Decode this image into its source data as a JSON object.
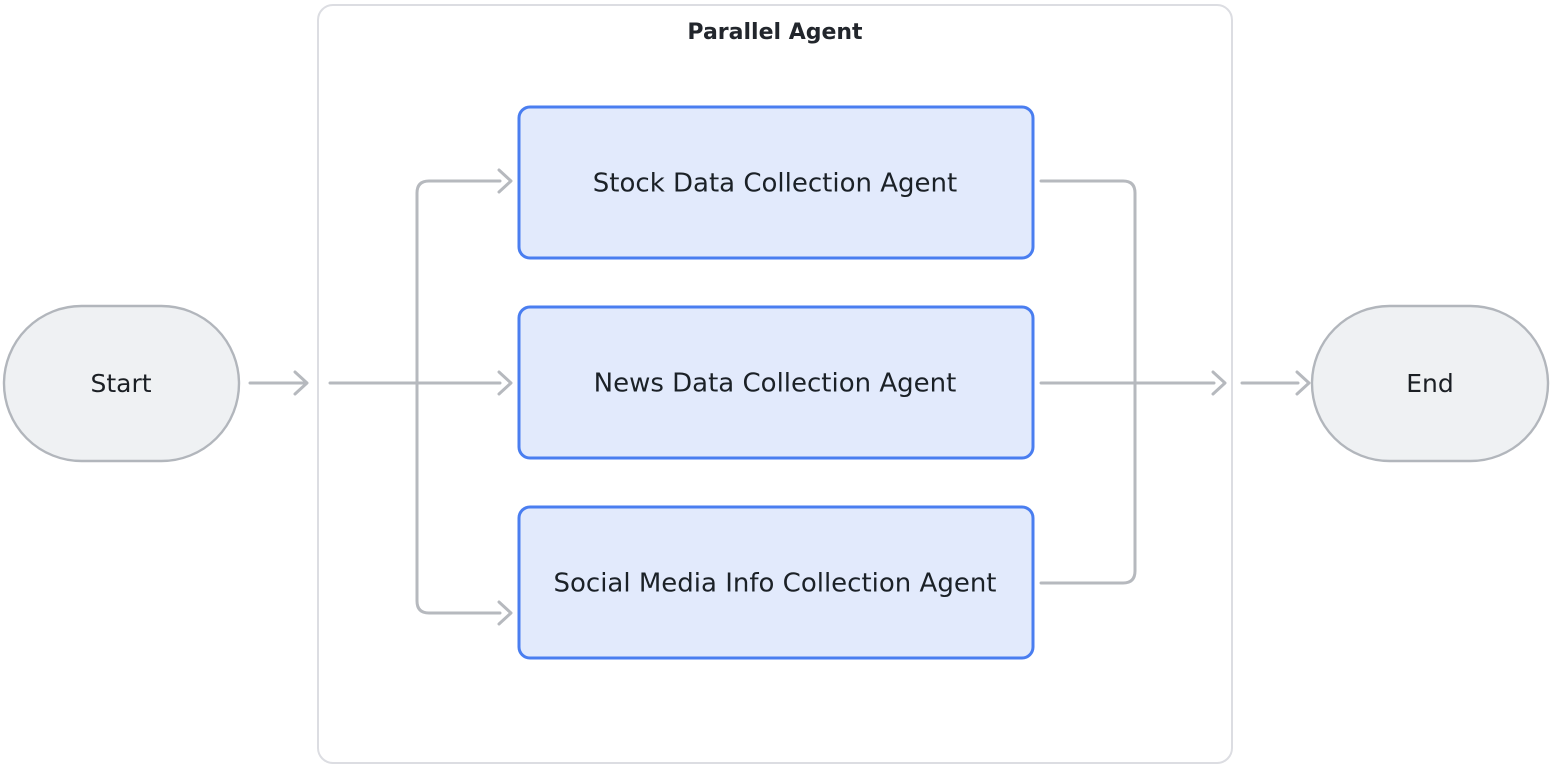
{
  "diagram": {
    "background_color": "#ffffff",
    "group": {
      "title": "Parallel Agent",
      "border_color": "#dcdde2",
      "fill_color": "#ffffff"
    },
    "terminals": {
      "start_label": "Start",
      "end_label": "End",
      "fill_color": "#eff1f3",
      "border_color": "#b2b6bc"
    },
    "agents": {
      "fill_color": "#e2eafc",
      "border_color": "#4a7ef0",
      "items": [
        {
          "label": "Stock Data Collection Agent"
        },
        {
          "label": "News Data Collection Agent"
        },
        {
          "label": "Social Media Info Collection Agent"
        }
      ]
    },
    "edges": {
      "color": "#b6b9be",
      "connections": [
        "Start -> Parallel Agent",
        "fan-out -> Stock Data Collection Agent",
        "fan-out -> News Data Collection Agent",
        "fan-out -> Social Media Info Collection Agent",
        "Stock Data Collection Agent -> fan-in",
        "News Data Collection Agent -> fan-in",
        "Social Media Info Collection Agent -> fan-in",
        "Parallel Agent -> End"
      ]
    }
  }
}
